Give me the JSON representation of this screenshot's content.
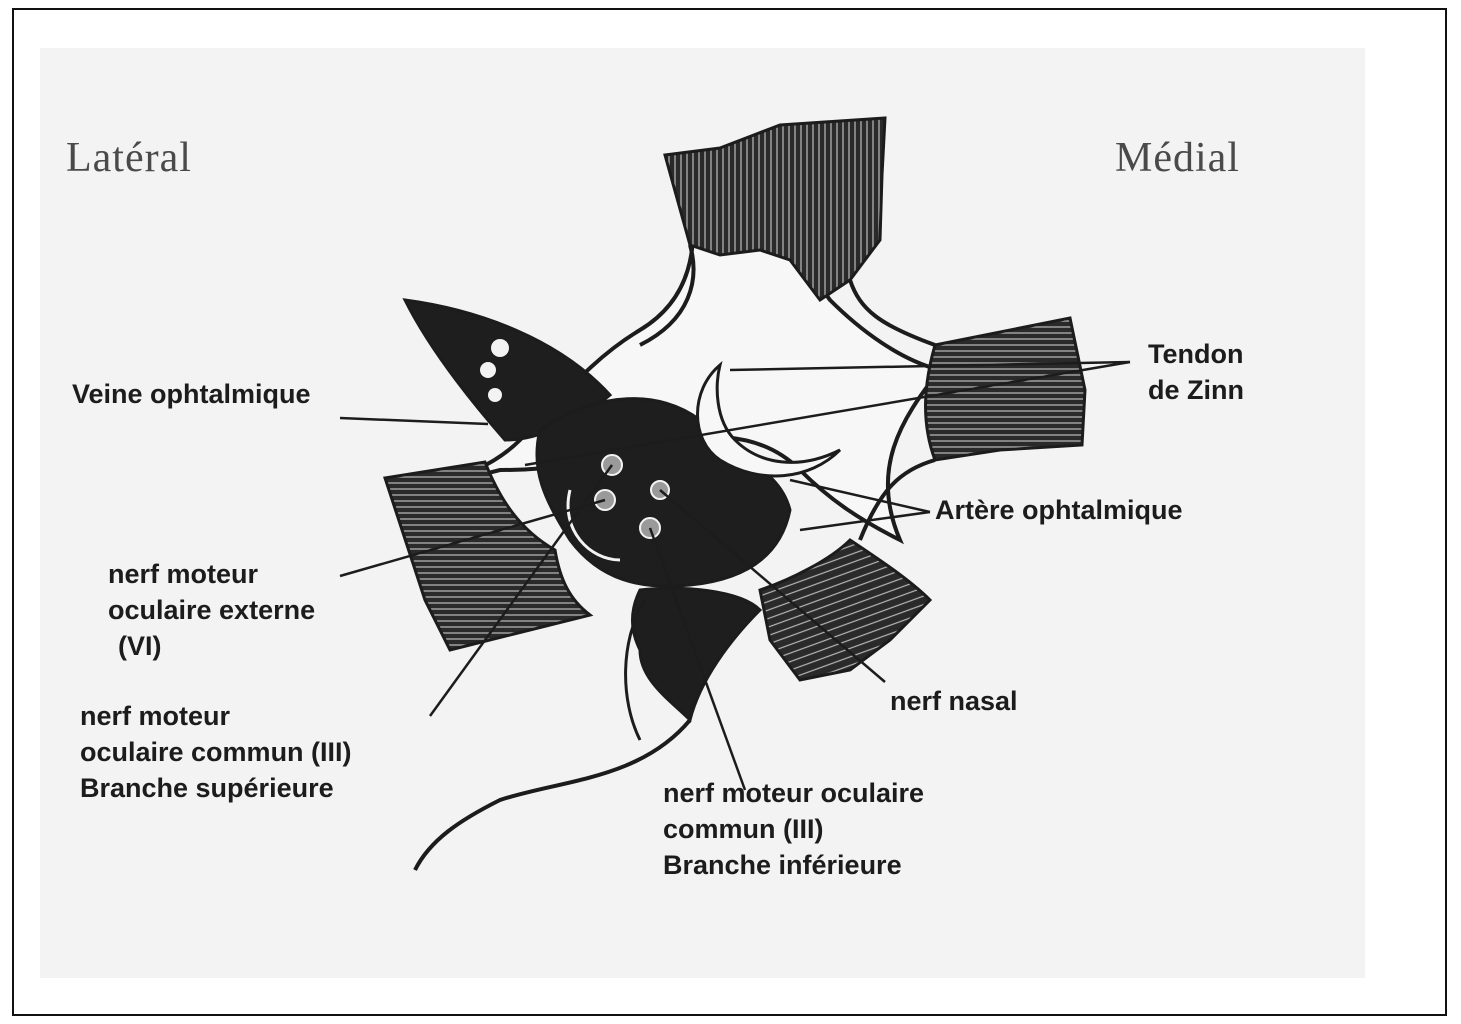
{
  "orientation": {
    "left": "Latéral",
    "right": "Médial"
  },
  "labels": {
    "tendon": [
      "Tendon",
      "de Zinn"
    ],
    "veine": "Veine ophtalmique",
    "artere": "Artère ophtalmique",
    "vi": [
      "nerf moteur",
      "oculaire externe",
      "(VI)"
    ],
    "nasal": "nerf nasal",
    "iii_sup": [
      "nerf moteur",
      "oculaire commun (III)",
      "Branche supérieure"
    ],
    "iii_inf": [
      "nerf moteur oculaire",
      "commun (III)",
      "Branche inférieure"
    ]
  },
  "colors": {
    "ink": "#1c1c1c",
    "paper": "#f3f3f3",
    "muscle_dark": "#222222"
  }
}
